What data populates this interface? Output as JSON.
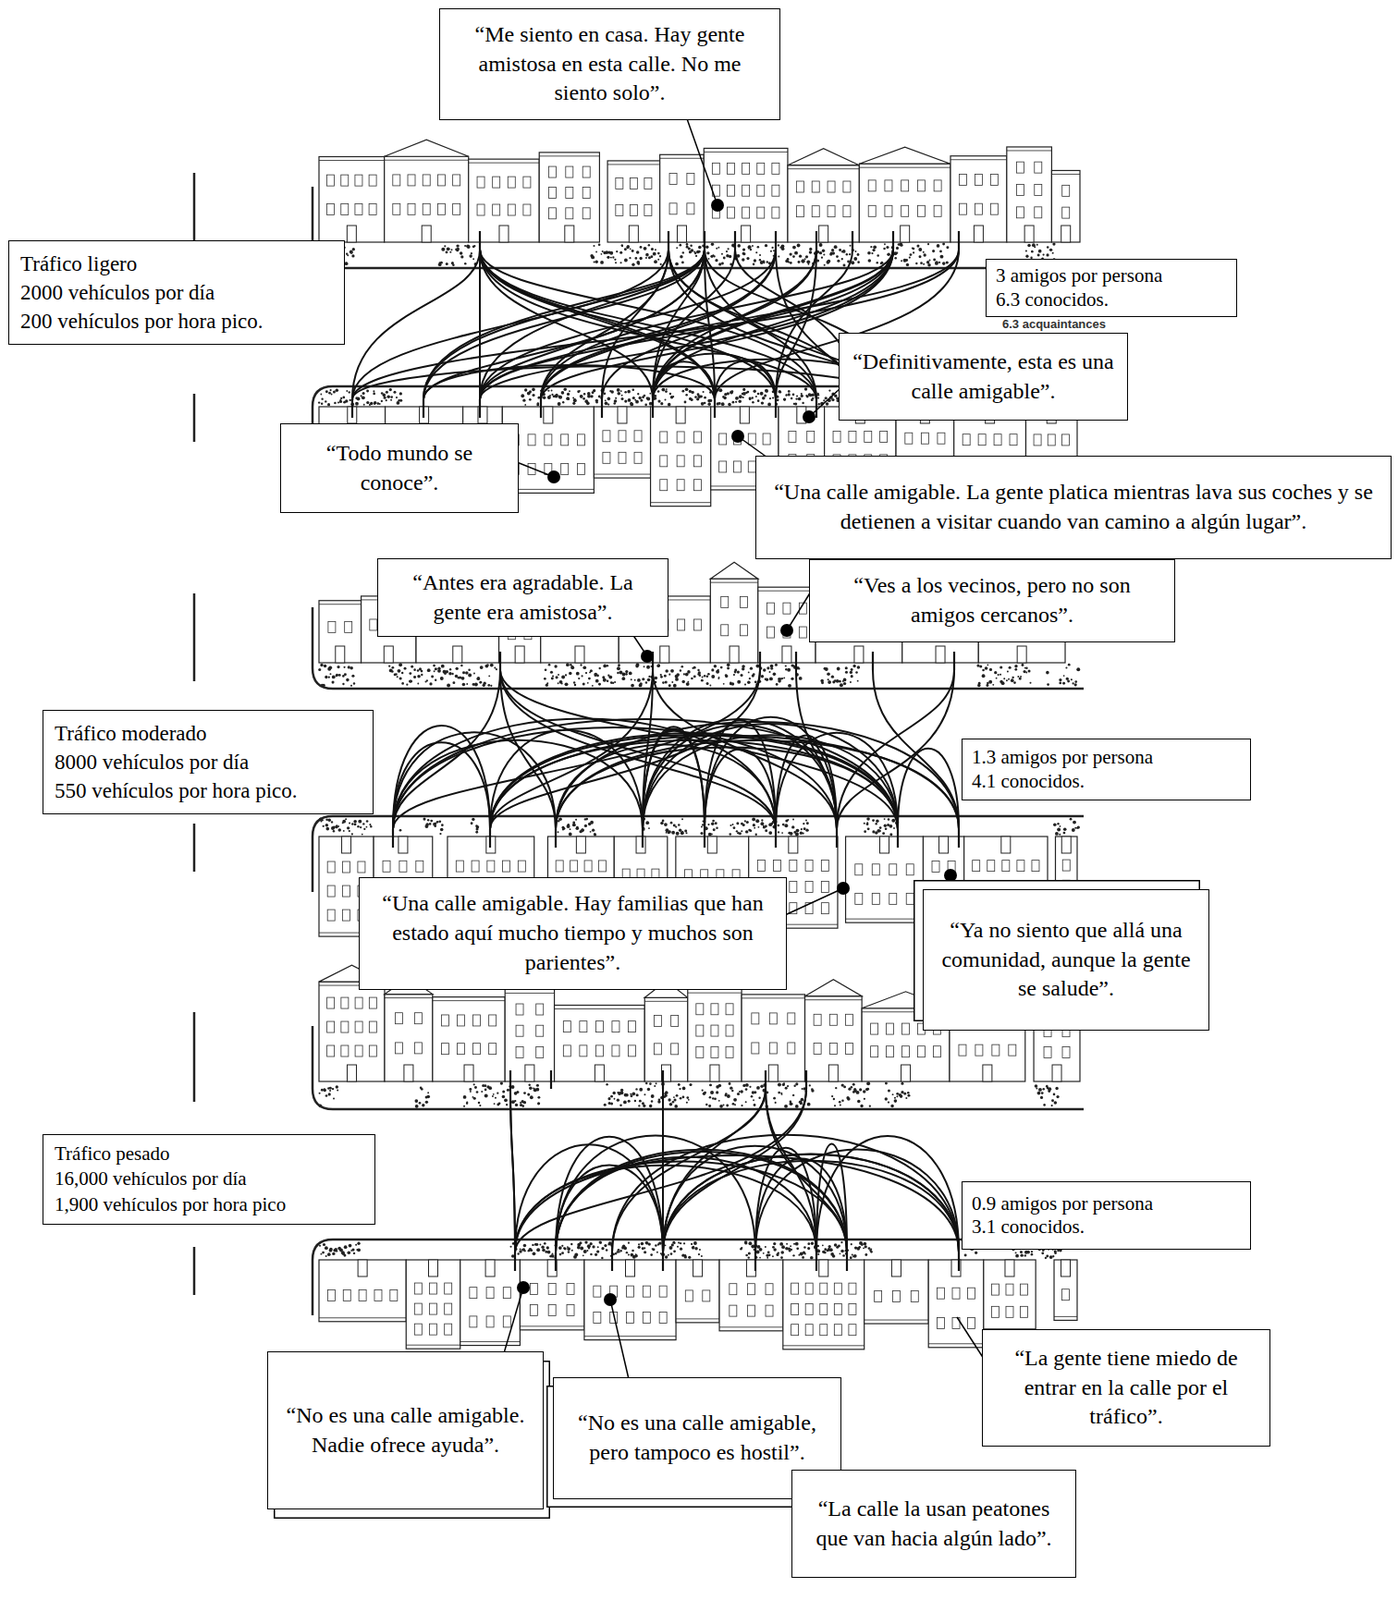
{
  "diagram": {
    "nodes": [
      {
        "text": [
          "“Me siento en casa. Hay gente amistosa en esta calle. No me siento solo”."
        ]
      },
      {
        "text": [
          "Tráfico ligero",
          "2000 vehículos por día",
          "200 vehículos por hora pico."
        ]
      },
      {
        "text": [
          "3 amigos por persona",
          "6.3 conocidos."
        ]
      },
      {
        "text": [
          "“Definitivamente, esta es una calle amigable”."
        ]
      },
      {
        "text": [
          "“Todo mundo se conoce”."
        ]
      },
      {
        "text": [
          "“Una calle amigable. La gente platica mientras lava sus coches y se detienen a visitar cuando van camino a algún lugar”."
        ]
      },
      {
        "text": [
          "“Antes era agradable. La gente era amistosa”."
        ]
      },
      {
        "text": [
          "“Ves a los vecinos, pero no son amigos cercanos”."
        ]
      },
      {
        "text": [
          "Tráfico moderado",
          "8000 vehículos por día",
          "550 vehículos por hora pico."
        ]
      },
      {
        "text": [
          "1.3 amigos por persona",
          "4.1 conocidos."
        ]
      },
      {
        "text": [
          "“Una calle amigable. Hay familias que han estado aquí mucho tiempo y muchos son parientes”."
        ]
      },
      {
        "text": [
          "“Ya no siento que allá una comunidad, aunque la gente se salude”."
        ]
      },
      {
        "text": [
          "Tráfico pesado",
          "16,000 vehículos por día",
          "1,900 vehículos por hora pico"
        ]
      },
      {
        "text": [
          "0.9 amigos por persona",
          "3.1 conocidos."
        ]
      },
      {
        "text": [
          "“No es una calle amigable. Nadie ofrece ayuda”."
        ]
      },
      {
        "text": [
          "“No es una calle amigable, pero tampoco es hostil”."
        ]
      },
      {
        "text": [
          "“La gente tiene miedo de entrar en la calle por el tráfico”."
        ]
      },
      {
        "text": [
          "“La calle la usan peatones que van hacia algún lado”."
        ]
      }
    ],
    "labels": [
      "6.3 acquaintances"
    ]
  }
}
